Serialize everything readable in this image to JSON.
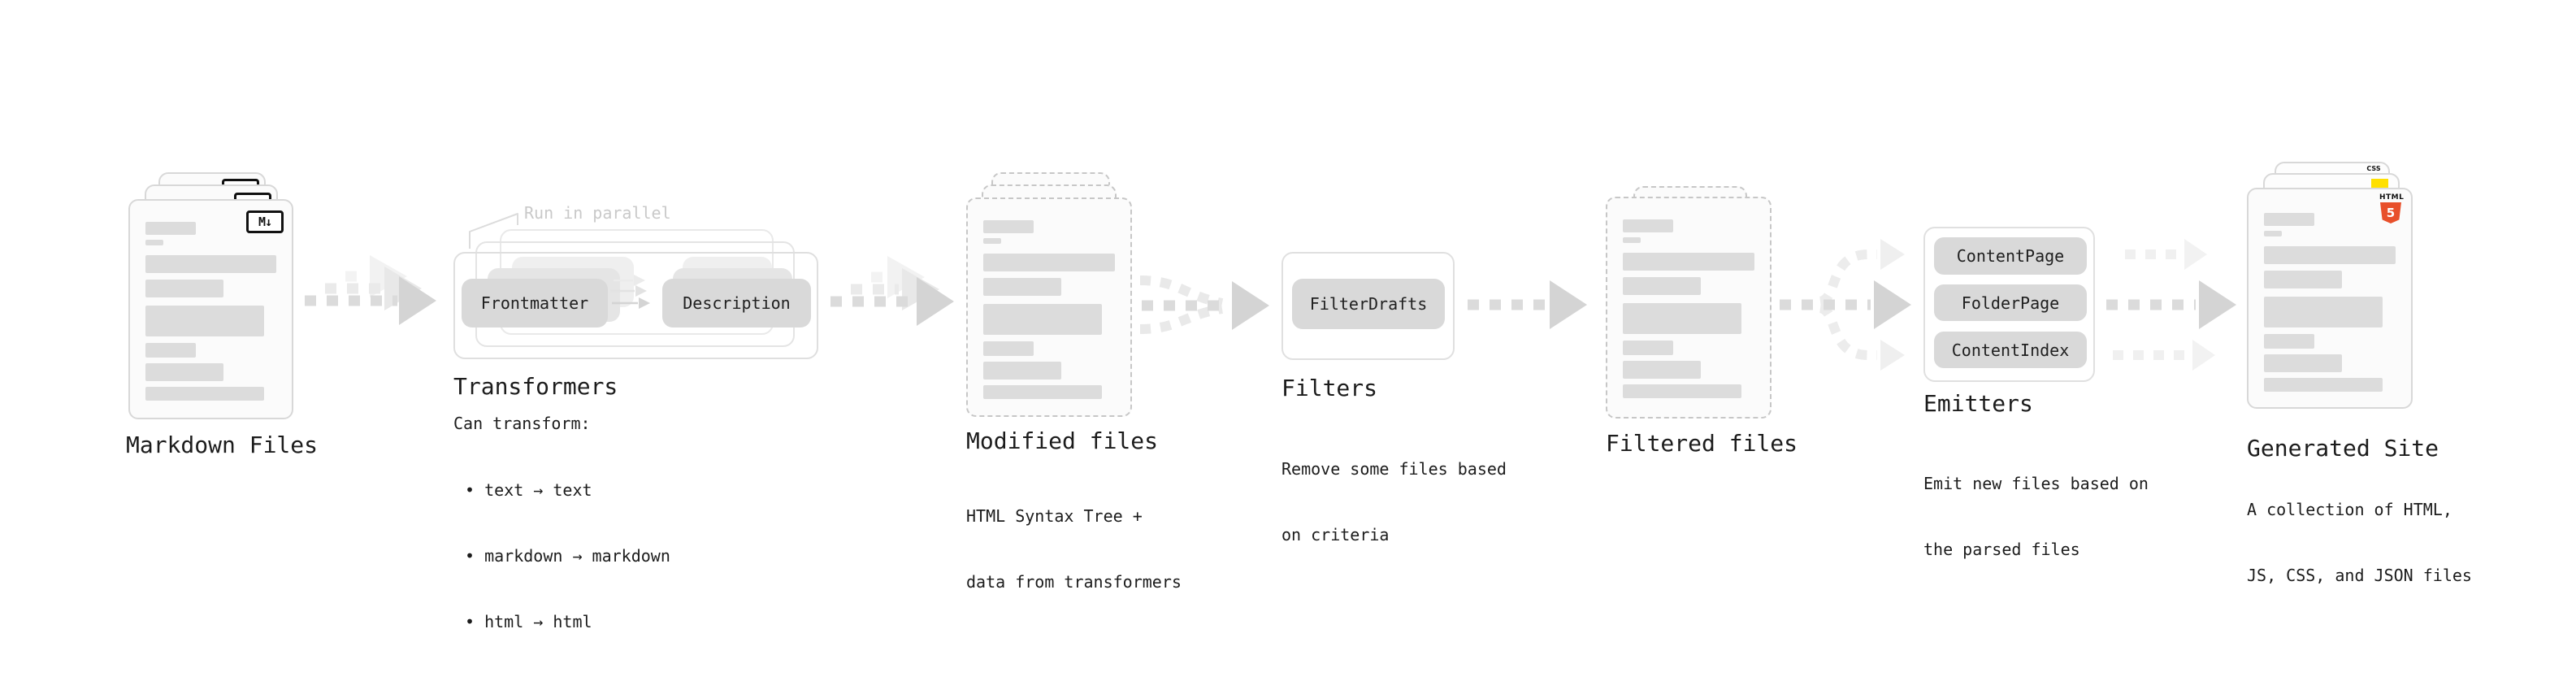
{
  "pipeline": {
    "markdown_files": {
      "title": "Markdown Files",
      "badge": "M↓"
    },
    "transformers": {
      "title": "Transformers",
      "annotation": "Run in parallel",
      "pills": [
        "Frontmatter",
        "Description"
      ],
      "desc_heading": "Can transform:",
      "bullets": [
        "• text → text",
        "• markdown → markdown",
        "• html → html"
      ]
    },
    "modified_files": {
      "title": "Modified files",
      "desc": [
        "HTML Syntax Tree +",
        "data from transformers"
      ]
    },
    "filters": {
      "title": "Filters",
      "pills": [
        "FilterDrafts"
      ],
      "desc": [
        "Remove some files based",
        "on criteria"
      ]
    },
    "filtered_files": {
      "title": "Filtered files"
    },
    "emitters": {
      "title": "Emitters",
      "pills": [
        "ContentPage",
        "FolderPage",
        "ContentIndex"
      ],
      "desc": [
        "Emit new files based on",
        "the parsed files"
      ]
    },
    "generated_site": {
      "title": "Generated Site",
      "desc": [
        "A collection of HTML,",
        "JS, CSS, and JSON files"
      ],
      "badges": {
        "html_label": "HTML",
        "html_number": "5",
        "css_label": "CSS"
      }
    },
    "colors": {
      "doc_border": "#d8d8d8",
      "dashed_doc_border": "#c7c7c7",
      "content_bar": "#dcdcdc",
      "pill": "#d9d9d9",
      "arrow": "#d4d4d4",
      "arrow_light": "#ececec",
      "annotation_text": "#c9c9c9",
      "text": "#1c1c1c",
      "html5_orange": "#e8502b",
      "js_yellow": "#ffe000",
      "css_blue": "#2f6bf0"
    }
  }
}
